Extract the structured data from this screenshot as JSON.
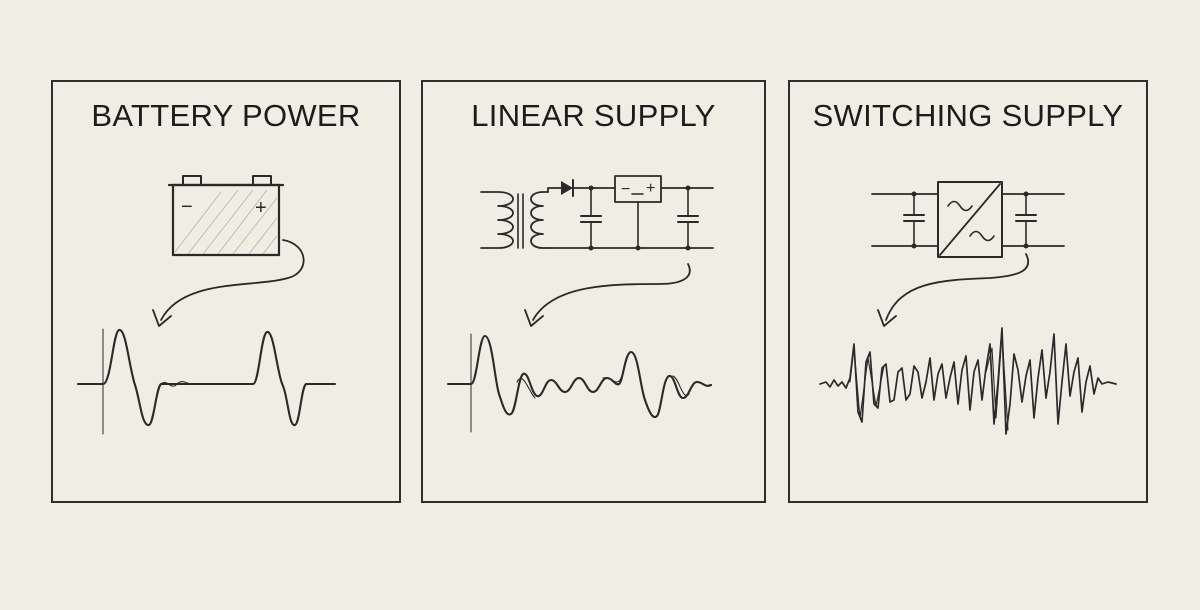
{
  "panels": [
    {
      "title": "BATTERY POWER",
      "icon": "battery-icon",
      "battery": {
        "minus": "−",
        "plus": "+"
      }
    },
    {
      "title": "LINEAR SUPPLY",
      "icon": "linear-regulator-circuit-icon",
      "regulator": {
        "minus": "−",
        "plus": "+"
      }
    },
    {
      "title": "SWITCHING SUPPLY",
      "icon": "dc-dc-converter-circuit-icon"
    }
  ],
  "colors": {
    "background": "#f0eee4",
    "ink": "#2a2a2a"
  }
}
